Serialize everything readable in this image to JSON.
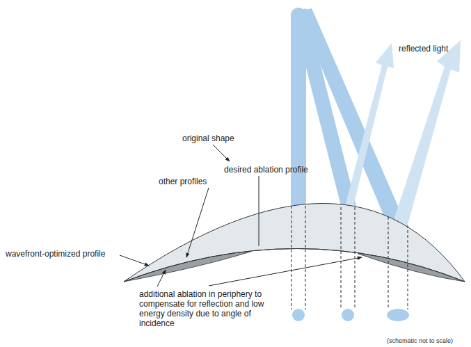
{
  "diagram": {
    "labels": [
      "reflected light",
      "desired ablation profile",
      "original shape",
      "other profiles",
      "wavefront-optimized profile",
      "additional ablation in periphery to compensate for reflection and low energy density due to angle of incidence",
      "(schematic not to scale)"
    ]
  }
}
